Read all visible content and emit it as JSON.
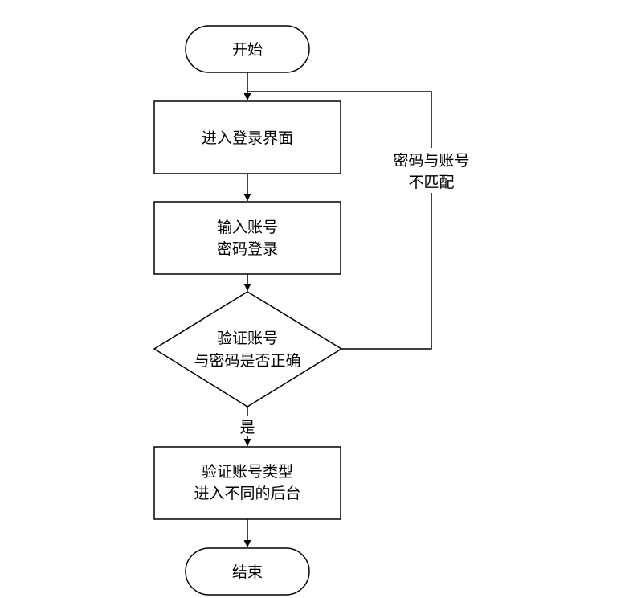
{
  "nodes": {
    "start": {
      "label": "开始"
    },
    "enter_login": {
      "label": "进入登录界面"
    },
    "input_credentials": {
      "lines": [
        "输入账号",
        "密码登录"
      ]
    },
    "verify": {
      "lines": [
        "验证账号",
        "与密码是否正确"
      ]
    },
    "route_backend": {
      "lines": [
        "验证账号类型",
        "进入不同的后台"
      ]
    },
    "end": {
      "label": "结束"
    }
  },
  "edges": {
    "yes_label": "是",
    "mismatch_label": [
      "密码与账号",
      "不匹配"
    ]
  }
}
